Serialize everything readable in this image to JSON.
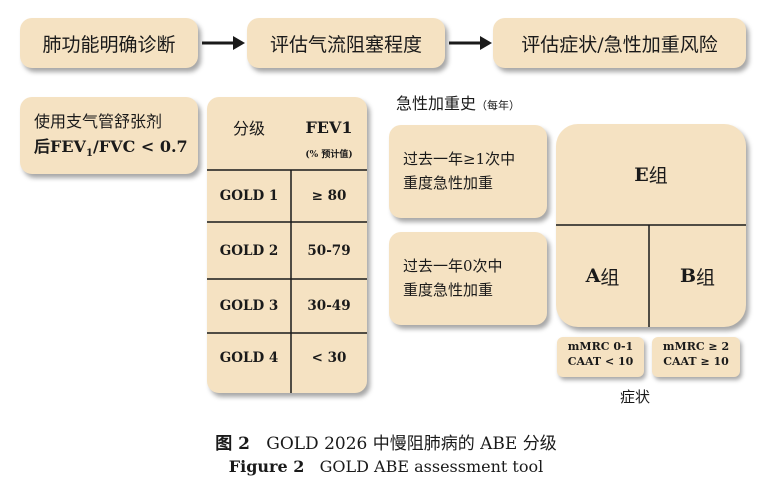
{
  "flow": {
    "step1": "肺功能明确诊断",
    "step2": "评估气流阻塞程度",
    "step3": "评估症状/急性加重风险"
  },
  "criteria": {
    "line1": "使用支气管舒张剂",
    "line2_prefix": "后FEV",
    "line2_sub": "1",
    "line2_suffix": "/FVC < 0.7"
  },
  "gold_table": {
    "header_grade": "分级",
    "header_fev": "FEV1",
    "header_note": "(% 预计值)",
    "rows": [
      {
        "grade": "GOLD 1",
        "value": "≥ 80"
      },
      {
        "grade": "GOLD 2",
        "value": "50-79"
      },
      {
        "grade": "GOLD 3",
        "value": "30-49"
      },
      {
        "grade": "GOLD 4",
        "value": "< 30"
      }
    ]
  },
  "exacerbation": {
    "title": "急性加重史",
    "title_note": "（每年）",
    "high": {
      "line1": "过去一年≥1次中",
      "line2": "重度急性加重"
    },
    "low": {
      "line1": "过去一年0次中",
      "line2": "重度急性加重"
    }
  },
  "groups": {
    "e": {
      "letter": "E",
      "suffix": "组"
    },
    "a": {
      "letter": "A",
      "suffix": "组"
    },
    "b": {
      "letter": "B",
      "suffix": "组"
    }
  },
  "symptoms": {
    "low": {
      "line1": "mMRC 0-1",
      "line2": "CAAT < 10"
    },
    "high": {
      "line1": "mMRC ≥ 2",
      "line2": "CAAT ≥ 10"
    },
    "label": "症状"
  },
  "caption": {
    "zh_label": "图 2",
    "zh_text": "GOLD 2026 中慢阻肺病的 ABE 分级",
    "en_label": "Figure 2",
    "en_text": "GOLD ABE assessment tool"
  }
}
